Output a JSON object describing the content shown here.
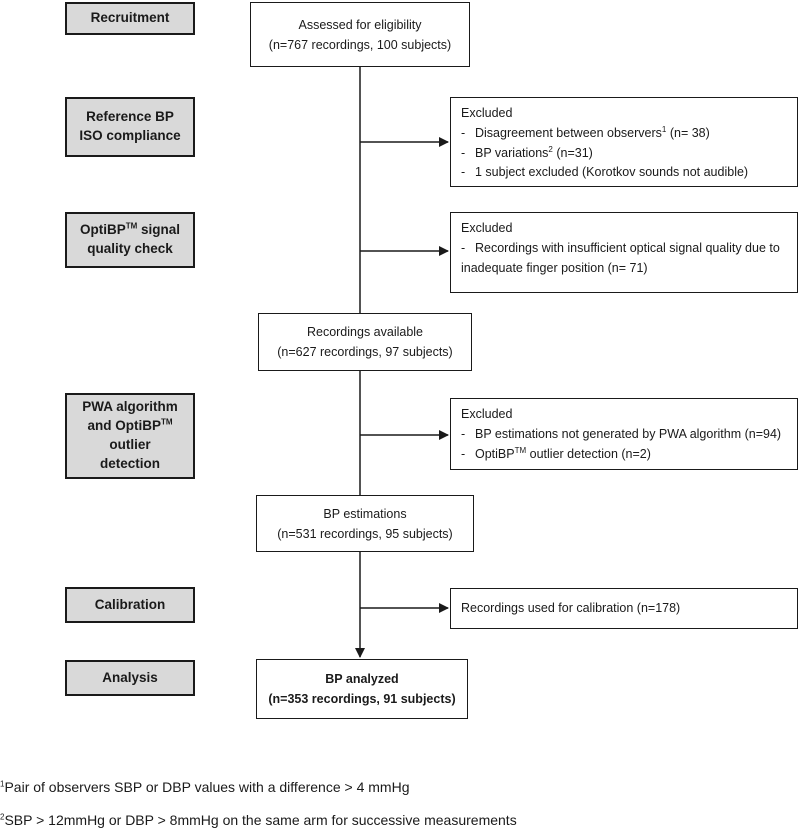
{
  "stages": {
    "recruitment": "Recruitment",
    "reference_bp": [
      "Reference BP",
      "ISO compliance"
    ],
    "optibp_check": [
      "OptiBP",
      "TM",
      " signal",
      "quality check"
    ],
    "pwa": [
      "PWA algorithm",
      "and OptiBP",
      "TM",
      "outlier",
      "detection"
    ],
    "calibration": "Calibration",
    "analysis": "Analysis"
  },
  "flow": {
    "assessed": {
      "line1": "Assessed for eligibility",
      "line2": "(n=767 recordings, 100 subjects)"
    },
    "available": {
      "line1": "Recordings available",
      "line2": "(n=627 recordings, 97 subjects)"
    },
    "estimations": {
      "line1": "BP estimations",
      "line2": "(n=531 recordings, 95 subjects)"
    },
    "analyzed": {
      "line1": "BP analyzed",
      "line2": "(n=353 recordings, 91 subjects)"
    }
  },
  "exclusions": {
    "iso": {
      "title": "Excluded",
      "item1": {
        "text": "Disagreement between observers",
        "sup": "1",
        "tail": " (n= 38)"
      },
      "item2": {
        "text": "BP variations",
        "sup": "2",
        "tail": " (n=31)"
      },
      "item3": {
        "text": "1 subject excluded (Korotkov sounds not audible)"
      }
    },
    "signal": {
      "title": "Excluded",
      "item1": "Recordings with insufficient optical signal quality due to",
      "item1_cont": "inadequate finger position (n= 71)"
    },
    "pwa": {
      "title": "Excluded",
      "item1": "BP estimations not generated by PWA algorithm (n=94)",
      "item2": {
        "prefix": "OptiBP",
        "sup": "TM",
        "tail": " outlier detection (n=2)"
      }
    },
    "calibration": "Recordings used for calibration (n=178)"
  },
  "footnotes": {
    "fn1": {
      "sup": "1",
      "text": "Pair of observers SBP or DBP values with a difference > 4 mmHg"
    },
    "fn2": {
      "sup": "2",
      "text": "SBP > 12mmHg or DBP > 8mmHg on the same arm for successive measurements"
    }
  }
}
